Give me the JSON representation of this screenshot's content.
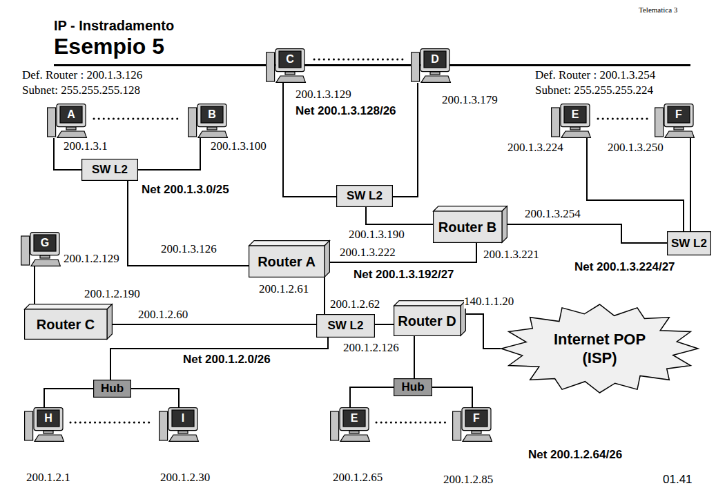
{
  "diagram": {
    "title": "Esempio 5",
    "nodes": [
      {
        "text": [
          "A"
        ]
      },
      {
        "text": [
          "B"
        ]
      },
      {
        "text": [
          "SW L2"
        ]
      },
      {
        "text": [
          "C"
        ]
      },
      {
        "text": [
          "D"
        ]
      },
      {
        "text": [
          "SW L2"
        ]
      },
      {
        "text": [
          "Router B"
        ]
      },
      {
        "text": [
          "E"
        ]
      },
      {
        "text": [
          "F"
        ]
      },
      {
        "text": [
          "SW L2"
        ]
      },
      {
        "text": [
          "Router A"
        ]
      },
      {
        "text": [
          "G"
        ]
      },
      {
        "text": [
          "Router C"
        ]
      },
      {
        "text": [
          "SW L2"
        ]
      },
      {
        "text": [
          "Router D"
        ]
      },
      {
        "text": [
          "Internet POP (ISP)"
        ]
      },
      {
        "text": [
          "Hub"
        ]
      },
      {
        "text": [
          "Hub"
        ]
      },
      {
        "text": [
          "H"
        ]
      },
      {
        "text": [
          "I"
        ]
      },
      {
        "text": [
          "E"
        ]
      },
      {
        "text": [
          "F"
        ]
      }
    ],
    "edges": [
      {
        "from": 0,
        "to": 2,
        "arrow": "none"
      },
      {
        "from": 1,
        "to": 2,
        "arrow": "none"
      },
      {
        "from": 3,
        "to": 5,
        "arrow": "none"
      },
      {
        "from": 4,
        "to": 5,
        "arrow": "none"
      },
      {
        "from": 5,
        "to": 6,
        "arrow": "none"
      },
      {
        "from": 7,
        "to": 9,
        "arrow": "none"
      },
      {
        "from": 8,
        "to": 9,
        "arrow": "none"
      },
      {
        "from": 6,
        "to": 9,
        "arrow": "none"
      },
      {
        "from": 2,
        "to": 10,
        "arrow": "none"
      },
      {
        "from": 10,
        "to": 6,
        "arrow": "none"
      },
      {
        "from": 11,
        "to": 12,
        "arrow": "none"
      },
      {
        "from": 12,
        "to": 13,
        "arrow": "none"
      },
      {
        "from": 10,
        "to": 13,
        "arrow": "none"
      },
      {
        "from": 13,
        "to": 14,
        "arrow": "none"
      },
      {
        "from": 14,
        "to": 15,
        "arrow": "none"
      },
      {
        "from": 13,
        "to": 16,
        "arrow": "none"
      },
      {
        "from": 16,
        "to": 18,
        "arrow": "none"
      },
      {
        "from": 16,
        "to": 19,
        "arrow": "none"
      },
      {
        "from": 14,
        "to": 17,
        "arrow": "none"
      },
      {
        "from": 17,
        "to": 20,
        "arrow": "none"
      },
      {
        "from": 17,
        "to": 21,
        "arrow": "none"
      }
    ],
    "labels": [
      "Telematica 3",
      "IP - Instradamento",
      "Def. Router : 200.1.3.126",
      "Subnet: 255.255.255.128",
      "200.1.3.129",
      "200.1.3.179",
      "Net 200.1.3.128/26",
      "Def. Router : 200.1.3.254",
      "Subnet: 255.255.255.224",
      "200.1.3.1",
      "200.1.3.100",
      "200.1.3.224",
      "200.1.3.250",
      "200.1.3.190",
      "200.1.3.254",
      "Net 200.1.3.0/25",
      "200.1.3.126",
      "200.1.3.222",
      "200.1.3.221",
      "Net 200.1.3.192/27",
      "Net 200.1.3.224/27",
      "200.1.2.129",
      "200.1.2.190",
      "200.1.2.61",
      "200.1.2.62",
      "140.1.1.20",
      "200.1.2.60",
      "200.1.2.126",
      "Net 200.1.2.0/26",
      "Net 200.1.2.64/26",
      "200.1.2.1",
      "200.1.2.30",
      "200.1.2.65",
      "200.1.2.85",
      "01.41"
    ]
  }
}
